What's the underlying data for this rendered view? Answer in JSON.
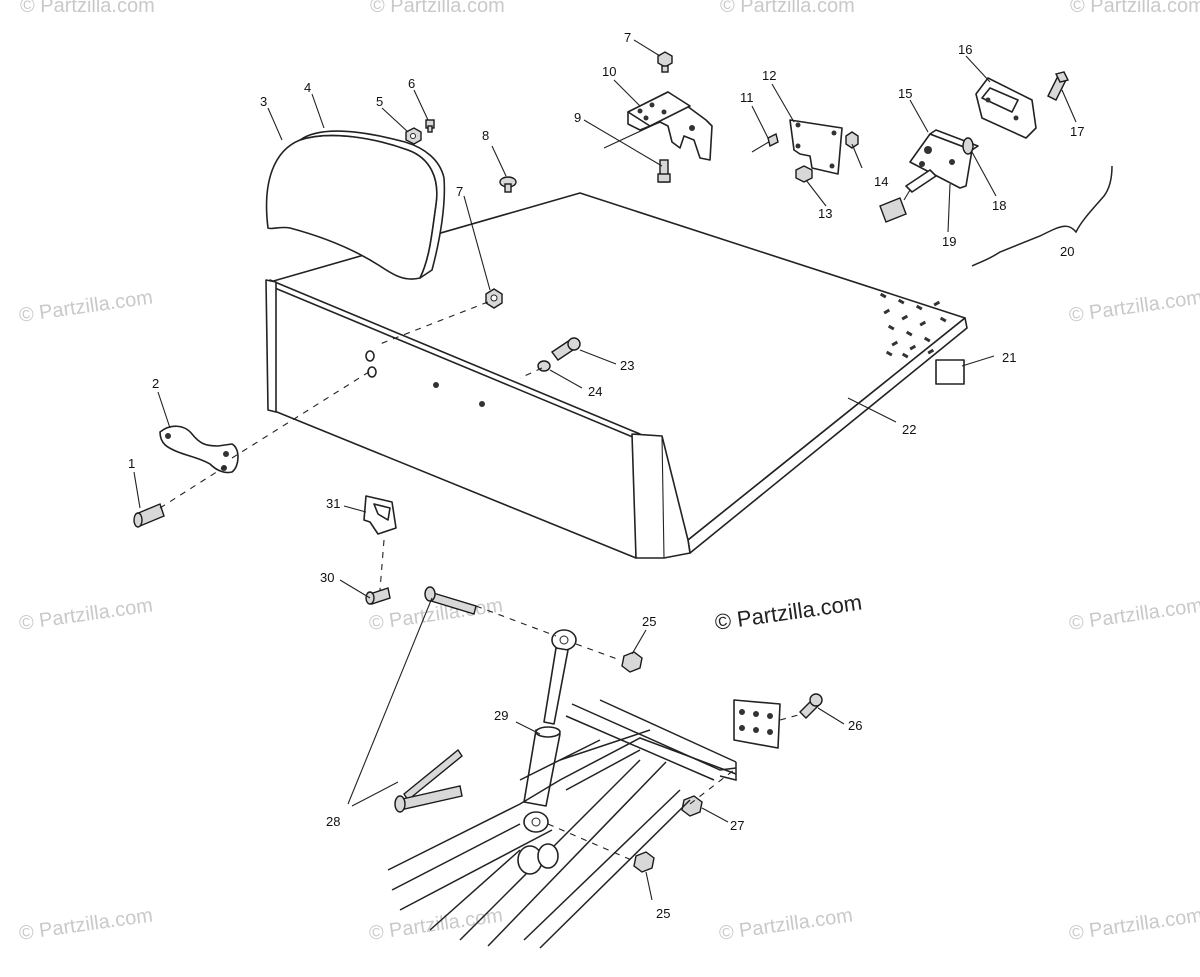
{
  "watermark": {
    "text": "© Partzilla.com",
    "main_text": "© Partzilla.com"
  },
  "callouts": {
    "c1": "1",
    "c2": "2",
    "c3": "3",
    "c4": "4",
    "c5": "5",
    "c6": "6",
    "c7a": "7",
    "c7b": "7",
    "c8": "8",
    "c9": "9",
    "c10": "10",
    "c11": "11",
    "c12": "12",
    "c13": "13",
    "c14": "14",
    "c15": "15",
    "c16": "16",
    "c17": "17",
    "c18": "18",
    "c19": "19",
    "c20": "20",
    "c21": "21",
    "c22": "22",
    "c23": "23",
    "c24": "24",
    "c25a": "25",
    "c25b": "25",
    "c26": "26",
    "c27": "27",
    "c28": "28",
    "c29": "29",
    "c30": "30",
    "c31": "31"
  },
  "colors": {
    "line": "#222222",
    "watermark": "#c9c9c9",
    "background": "#ffffff"
  }
}
